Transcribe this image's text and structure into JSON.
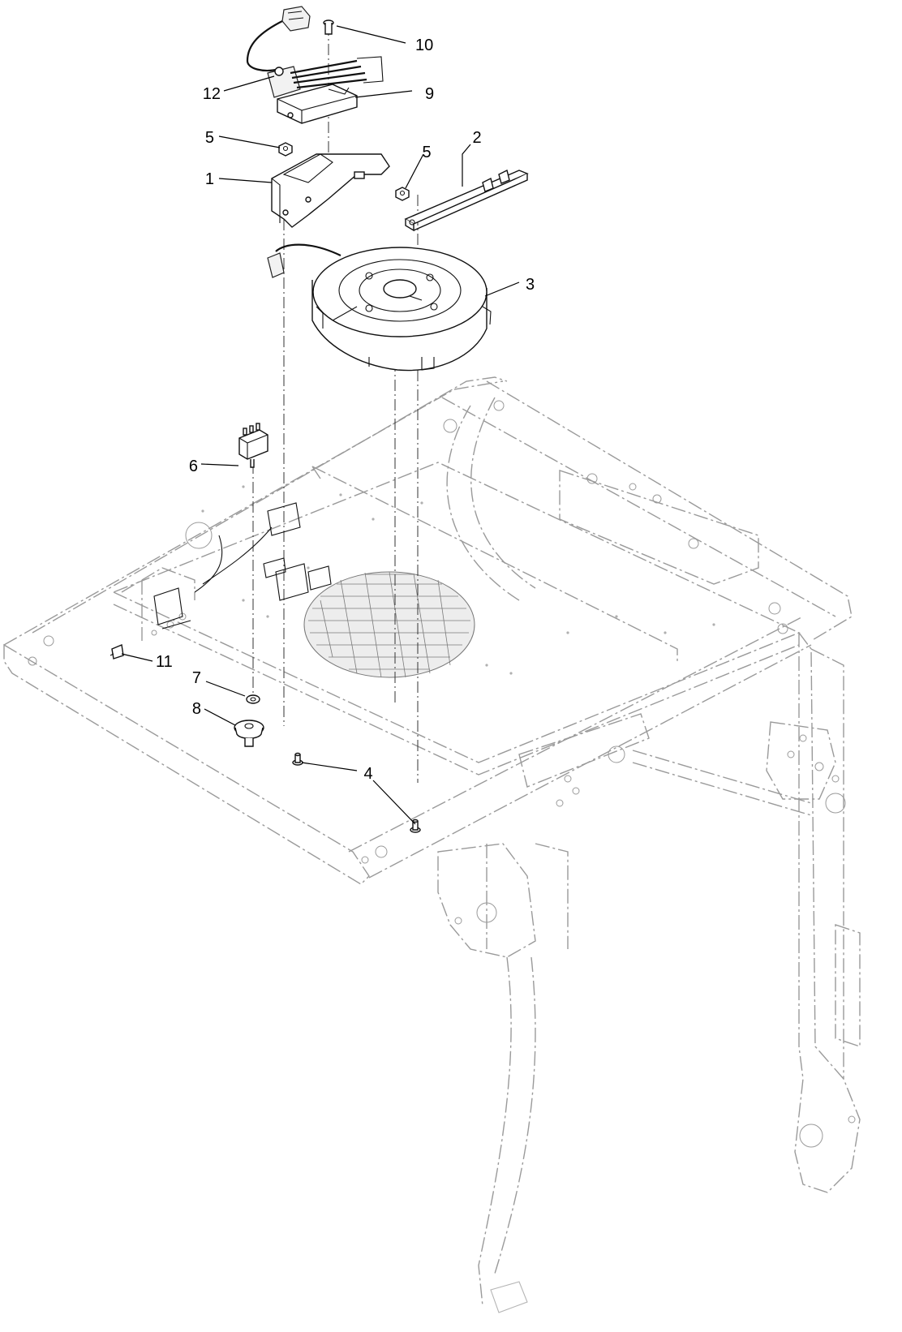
{
  "diagram": {
    "callouts": [
      {
        "id": "1",
        "label": "1"
      },
      {
        "id": "2",
        "label": "2"
      },
      {
        "id": "3",
        "label": "3"
      },
      {
        "id": "4",
        "label": "4"
      },
      {
        "id": "5a",
        "label": "5"
      },
      {
        "id": "5b",
        "label": "5"
      },
      {
        "id": "6",
        "label": "6"
      },
      {
        "id": "7",
        "label": "7"
      },
      {
        "id": "8",
        "label": "8"
      },
      {
        "id": "9",
        "label": "9"
      },
      {
        "id": "10",
        "label": "10"
      },
      {
        "id": "11",
        "label": "11"
      },
      {
        "id": "12",
        "label": "12"
      }
    ]
  }
}
